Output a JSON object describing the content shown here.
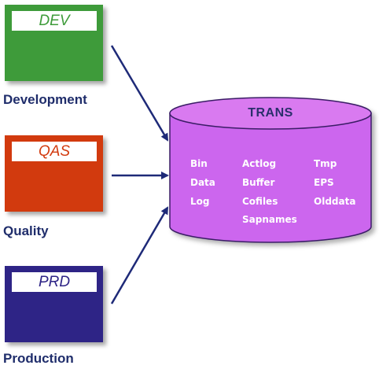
{
  "systems": [
    {
      "code": "DEV",
      "name": "Development",
      "color": "#3e9b3a",
      "code_color": "#3e9b3a"
    },
    {
      "code": "QAS",
      "name": "Quality",
      "color": "#d23a0e",
      "code_color": "#d23a0e"
    },
    {
      "code": "PRD",
      "name": "Production",
      "color": "#2e2486",
      "code_color": "#2e2486"
    }
  ],
  "database": {
    "title": "TRANS",
    "color": "#cc66ee",
    "columns": [
      [
        "Bin",
        "Data",
        "Log"
      ],
      [
        "Actlog",
        "Buffer",
        "Cofiles",
        "Sapnames"
      ],
      [
        "Tmp",
        "EPS",
        "Olddata"
      ]
    ]
  },
  "arrow_color": "#1e2a78"
}
